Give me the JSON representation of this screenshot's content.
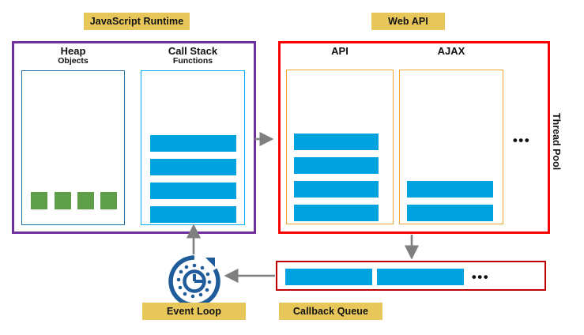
{
  "diagram": {
    "title": "JavaScript Runtime / Web API event loop architecture",
    "tags": {
      "js_runtime": "JavaScript Runtime",
      "web_api": "Web API",
      "event_loop": "Event Loop",
      "callback_queue": "Callback Queue"
    },
    "runtime": {
      "heap": {
        "title": "Heap",
        "subtitle": "Objects",
        "object_count": 4
      },
      "call_stack": {
        "title": "Call Stack",
        "subtitle": "Functions",
        "frame_count": 4
      }
    },
    "web_api": {
      "side_label": "Thread Pool",
      "ellipsis": "•••",
      "columns": [
        {
          "title": "API",
          "task_count": 4
        },
        {
          "title": "AJAX",
          "task_count": 2
        }
      ]
    },
    "callback_queue": {
      "ellipsis": "•••",
      "callback_count": 2
    },
    "colors": {
      "tag_yellow": "#E8C75A",
      "runtime_purple": "#7030A0",
      "webapi_red": "#FF0000",
      "queue_darkred": "#C00000",
      "heap_blue": "#1F6FA8",
      "stack_cyan": "#00B0F0",
      "api_orange": "#F0A830",
      "bar_blue": "#00A3E0",
      "object_green": "#5E9E48",
      "arrow_gray": "#7F7F7F",
      "event_loop_blue": "#1F5C99"
    },
    "flows": [
      {
        "name": "call-stack-to-web-api",
        "direction": "right"
      },
      {
        "name": "web-api-to-callback-queue",
        "direction": "down"
      },
      {
        "name": "callback-queue-to-event-loop",
        "direction": "left"
      },
      {
        "name": "event-loop-to-call-stack",
        "direction": "up"
      }
    ]
  }
}
